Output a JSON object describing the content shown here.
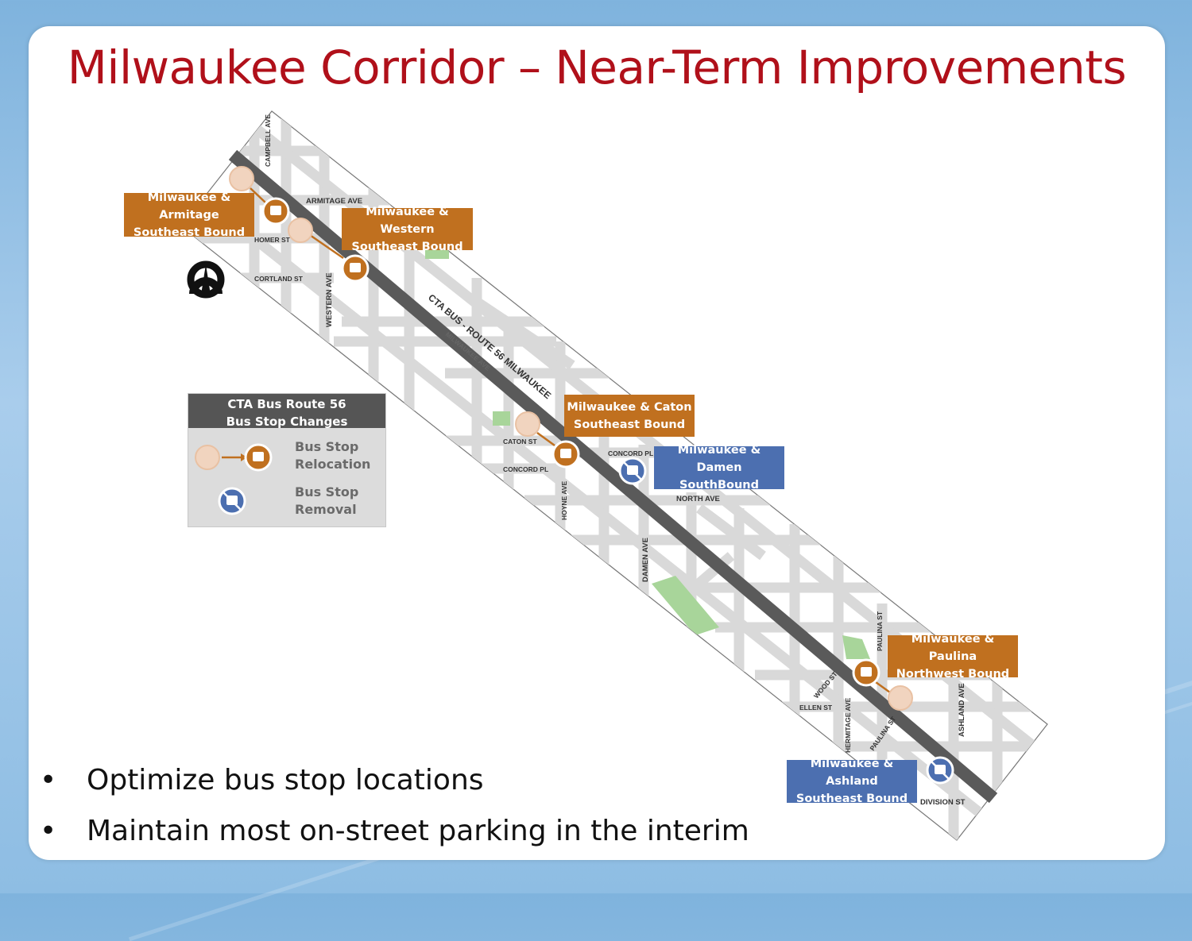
{
  "slide": {
    "title": "Milwaukee Corridor – Near-Term Improvements",
    "bullets": [
      "Optimize bus stop locations",
      "Maintain most on-street parking in the interim"
    ]
  },
  "legend": {
    "title_line1": "CTA Bus Route 56",
    "title_line2": "Bus Stop Changes",
    "relocation_line1": "Bus Stop",
    "relocation_line2": "Relocation",
    "removal_line1": "Bus Stop",
    "removal_line2": "Removal"
  },
  "callouts": [
    {
      "line1": "Milwaukee & Armitage",
      "line2": "Southeast Bound",
      "type": "relocation",
      "color": "#c0701f"
    },
    {
      "line1": "Milwaukee & Western",
      "line2": "Southeast Bound",
      "type": "relocation",
      "color": "#c0701f"
    },
    {
      "line1": "Milwaukee & Caton",
      "line2": "Southeast Bound",
      "type": "relocation",
      "color": "#c0701f"
    },
    {
      "line1": "Milwaukee & Damen",
      "line2": "SouthBound",
      "type": "removal",
      "color": "#4c6fb0"
    },
    {
      "line1": "Milwaukee & Paulina",
      "line2": "Northwest Bound",
      "type": "relocation",
      "color": "#c0701f"
    },
    {
      "line1": "Milwaukee & Ashland",
      "line2": "Southeast Bound",
      "type": "removal",
      "color": "#4c6fb0"
    }
  ],
  "map": {
    "route_label": "CTA BUS - ROUTE 56 MILWAUKEE",
    "avenue_label": "MILWAUKEE AVE",
    "streets": {
      "campbell": "CAMPBELL AVE",
      "armitage": "ARMITAGE AVE",
      "homer": "HOMER ST",
      "cortland": "CORTLAND ST",
      "western": "WESTERN AVE",
      "caton": "CATON ST",
      "concord_w": "CONCORD PL",
      "concord_e": "CONCORD PL",
      "hoyne": "HOYNE AVE",
      "north": "NORTH AVE",
      "damen": "DAMEN AVE",
      "paulina_n": "PAULINA ST",
      "wood": "WOOD ST",
      "ellen": "ELLEN ST",
      "hermitage": "HERMITAGE AVE",
      "paulina_s": "PAULINA ST",
      "ashland": "ASHLAND AVE",
      "division": "DIVISION ST"
    },
    "colors": {
      "route": "#5a5a5a",
      "street": "#d9d9d9",
      "park": "#a8d59a",
      "relocation": "#c0701f",
      "removal": "#4c6fb0"
    }
  }
}
